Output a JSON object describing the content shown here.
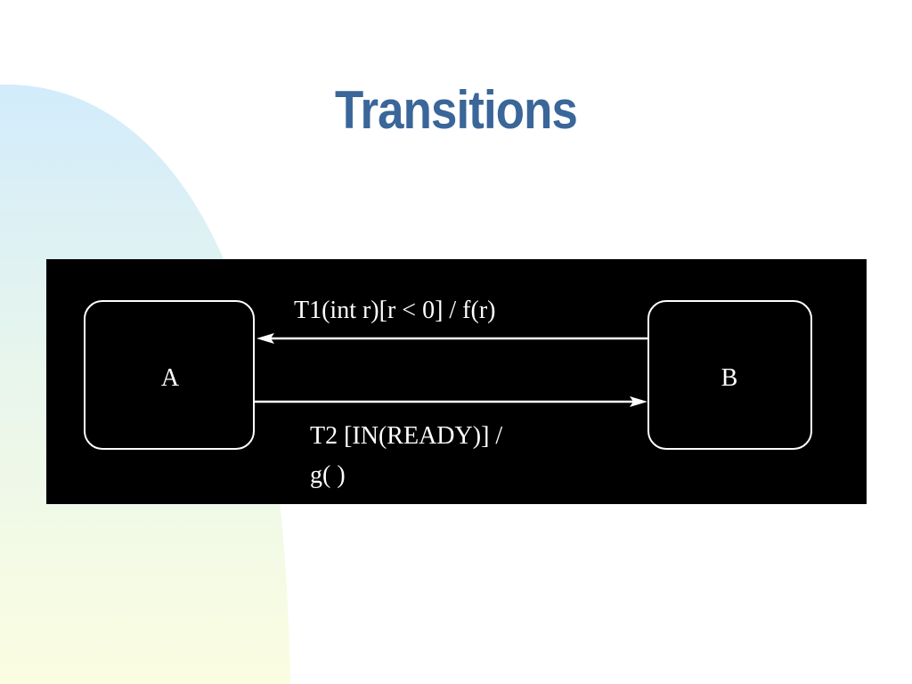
{
  "slide": {
    "title": "Transitions",
    "colors": {
      "title": "#3a6699",
      "background": "#ffffff",
      "decor_top": "#d2ecfb",
      "decor_bottom": "#fbfde0",
      "diagram_background": "#000000",
      "diagram_foreground": "#ffffff"
    }
  },
  "diagram": {
    "states": [
      {
        "id": "A",
        "label": "A"
      },
      {
        "id": "B",
        "label": "B"
      }
    ],
    "transitions": [
      {
        "id": "T1",
        "from": "B",
        "to": "A",
        "label_lines": [
          "T1(int r)[r < 0] / f(r)"
        ]
      },
      {
        "id": "T2",
        "from": "A",
        "to": "B",
        "label_lines": [
          "T2 [IN(READY)] /",
          "g( )"
        ]
      }
    ]
  }
}
